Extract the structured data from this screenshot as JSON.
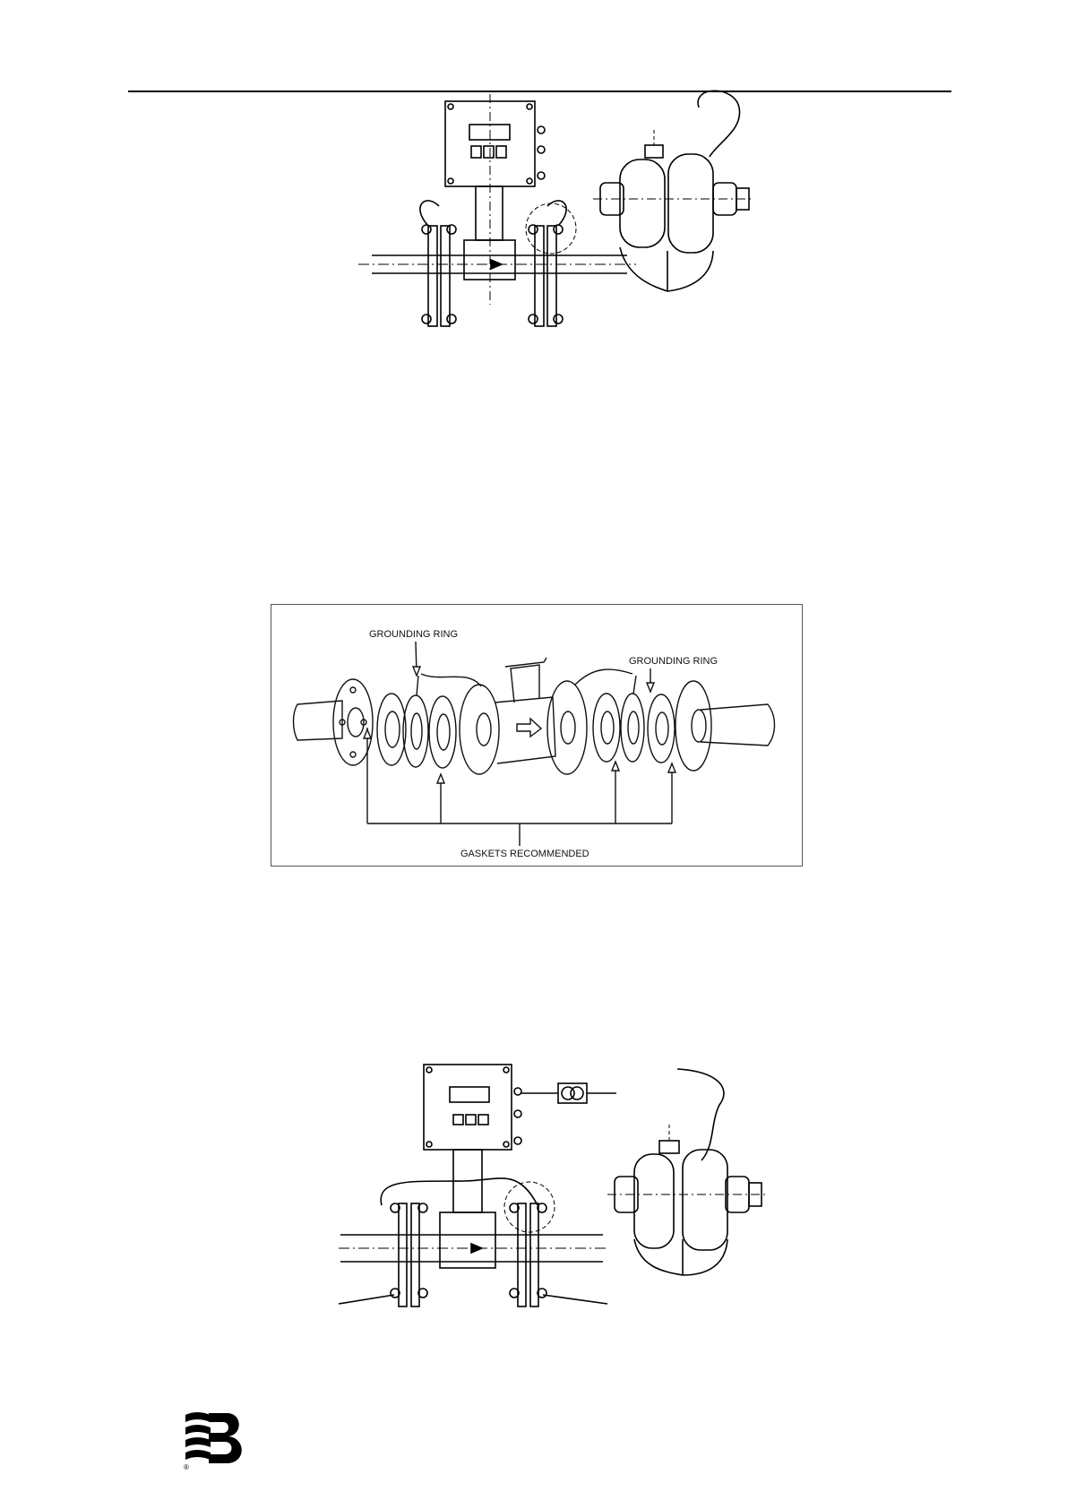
{
  "figure_exploded": {
    "label_left": "GROUNDING RING",
    "label_right": "GROUNDING RING",
    "label_bottom": "GASKETS RECOMMENDED"
  },
  "logo": {
    "registered_mark": "®"
  }
}
